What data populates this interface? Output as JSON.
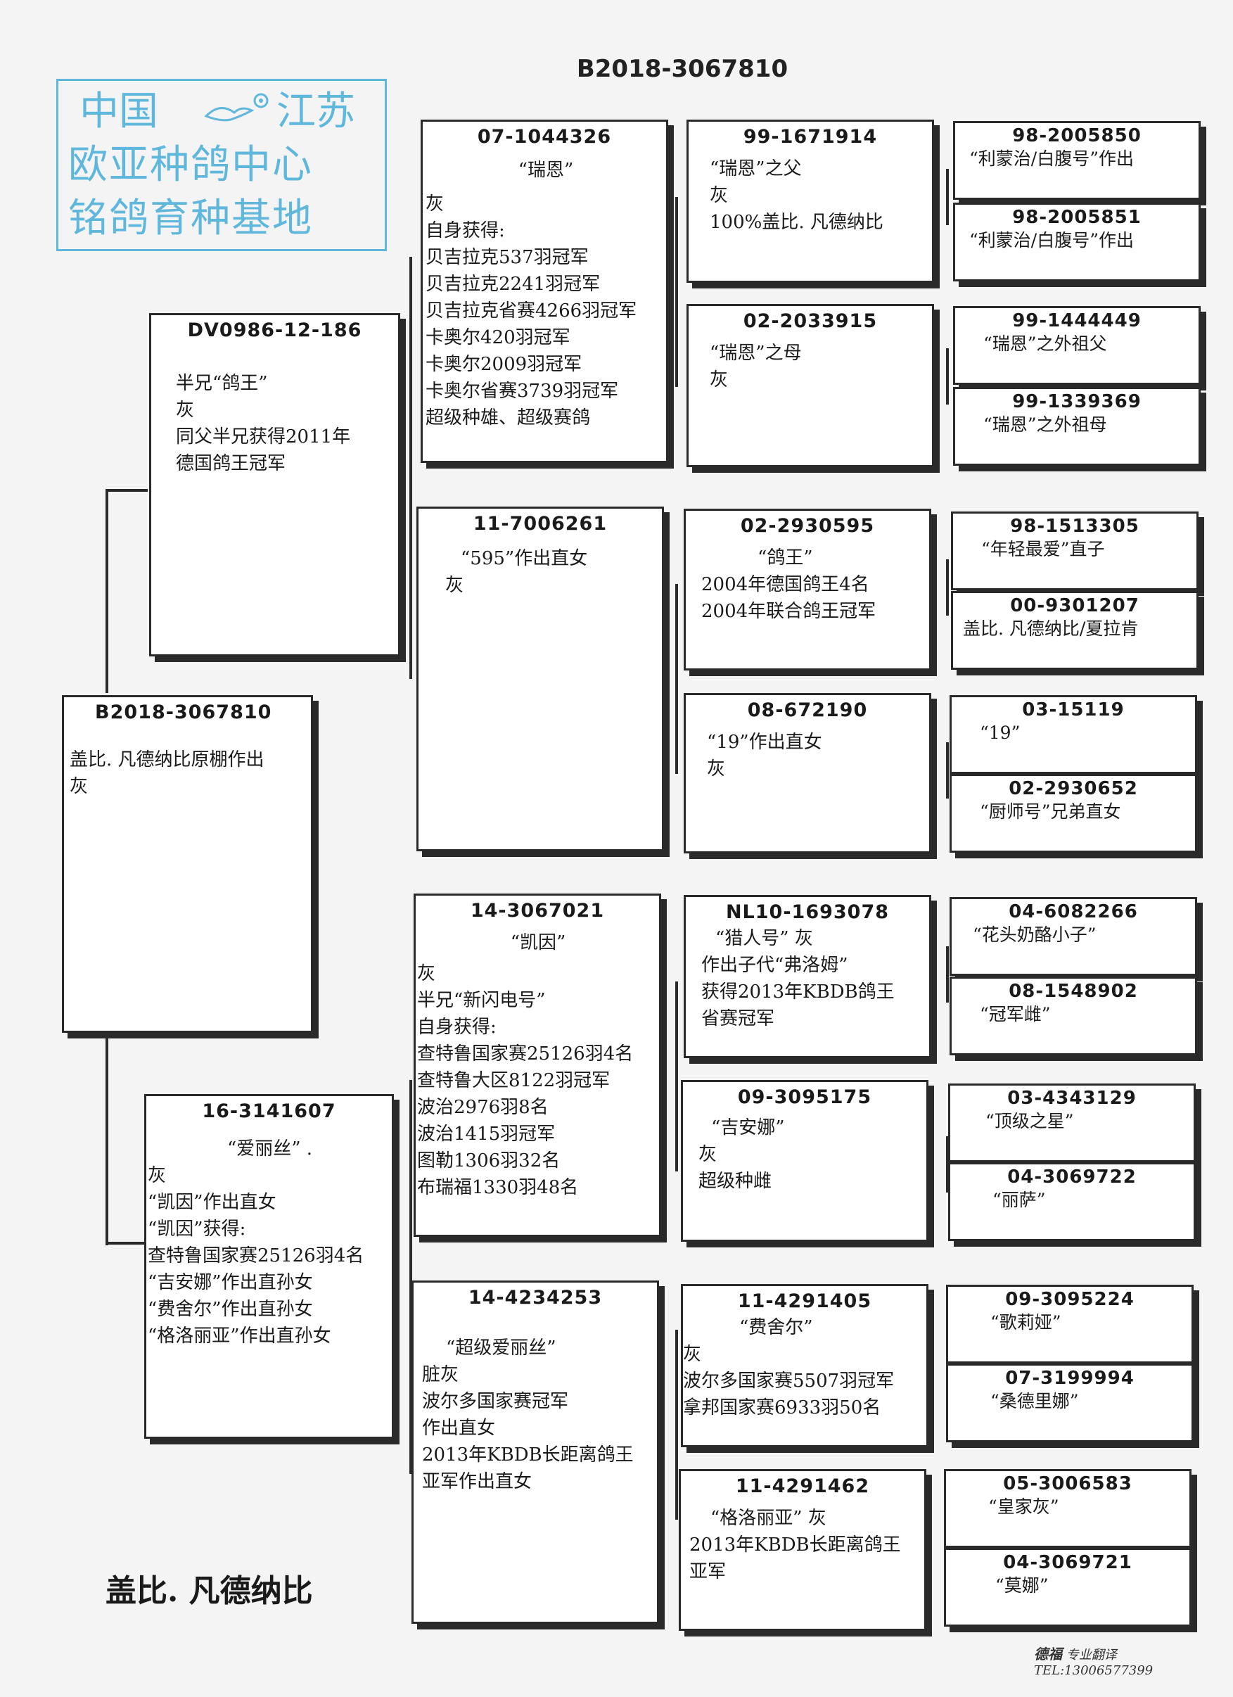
{
  "header": {
    "ring": "B2018-3067810"
  },
  "stamp": {
    "line1a": "中国",
    "line1b": "江苏",
    "line2": "欧亚种鸽中心",
    "line3": "铭鸽育种基地",
    "color": "#5fb7dc"
  },
  "subject": {
    "ring": "B2018-3067810",
    "lines": [
      "盖比. 凡德纳比原棚作出",
      "灰"
    ]
  },
  "sire": {
    "ring": "DV0986-12-186",
    "lines": [
      "半兄“鸽王”",
      "灰",
      "同父半兄获得2011年",
      "德国鸽王冠军"
    ]
  },
  "dam": {
    "ring": "16-3141607",
    "lines": [
      "“爱丽丝”  .",
      "灰",
      "“凯因”作出直女",
      "“凯因”获得:",
      "查特鲁国家赛25126羽4名",
      "“吉安娜”作出直孙女",
      "“费舍尔”作出直孙女",
      "“格洛丽亚”作出直孙女"
    ]
  },
  "g1": {
    "ring": "07-1044326",
    "lines": [
      "“瑞恩”",
      "灰",
      "自身获得:",
      "贝吉拉克537羽冠军",
      "贝吉拉克2241羽冠军",
      "贝吉拉克省赛4266羽冠军",
      "卡奥尔420羽冠军",
      "卡奥尔2009羽冠军",
      "卡奥尔省赛3739羽冠军",
      "超级种雄、超级赛鸽"
    ]
  },
  "g2": {
    "ring": "11-7006261",
    "lines": [
      "“595”作出直女",
      "灰"
    ]
  },
  "g3": {
    "ring": "14-3067021",
    "lines": [
      "“凯因”",
      "灰",
      "半兄“新闪电号”",
      "自身获得:",
      "查特鲁国家赛25126羽4名",
      "查特鲁大区8122羽冠军",
      "波治2976羽8名",
      "波治1415羽冠军",
      "图勒1306羽32名",
      "布瑞福1330羽48名"
    ]
  },
  "g4": {
    "ring": "14-4234253",
    "lines": [
      "“超级爱丽丝”",
      "脏灰",
      "波尔多国家赛冠军",
      "作出直女",
      "2013年KBDB长距离鸽王",
      "亚军作出直女"
    ]
  },
  "gg1": {
    "ring": "99-1671914",
    "lines": [
      "“瑞恩”之父",
      "灰",
      "100%盖比. 凡德纳比"
    ]
  },
  "gg2": {
    "ring": "02-2033915",
    "lines": [
      "“瑞恩”之母",
      "灰"
    ]
  },
  "gg3": {
    "ring": "02-2930595",
    "lines": [
      "“鸽王”",
      "2004年德国鸽王4名",
      "2004年联合鸽王冠军"
    ]
  },
  "gg4": {
    "ring": "08-672190",
    "lines": [
      "“19”作出直女",
      "灰"
    ]
  },
  "gg5": {
    "ring": "NL10-1693078",
    "lines": [
      "“猎人号”    灰",
      "作出子代“弗洛姆”",
      "获得2013年KBDB鸽王",
      "省赛冠军"
    ]
  },
  "gg6": {
    "ring": "09-3095175",
    "lines": [
      "“吉安娜”",
      "灰",
      "超级种雌"
    ]
  },
  "gg7": {
    "ring": "11-4291405",
    "lines": [
      "“费舍尔”",
      "灰",
      "波尔多国家赛5507羽冠军",
      "拿邦国家赛6933羽50名"
    ]
  },
  "gg8": {
    "ring": "11-4291462",
    "lines": [
      "“格洛丽亚”    灰",
      "2013年KBDB长距离鸽王",
      "亚军"
    ]
  },
  "ggg": [
    {
      "ring": "98-2005850",
      "line": "“利蒙治/白腹号”作出"
    },
    {
      "ring": "98-2005851",
      "line": "“利蒙治/白腹号”作出"
    },
    {
      "ring": "99-1444449",
      "line": "“瑞恩”之外祖父"
    },
    {
      "ring": "99-1339369",
      "line": "“瑞恩”之外祖母"
    },
    {
      "ring": "98-1513305",
      "line": "“年轻最爱”直子"
    },
    {
      "ring": "00-9301207",
      "line": "盖比. 凡德纳比/夏拉肯"
    },
    {
      "ring": "03-15119",
      "line": "“19”"
    },
    {
      "ring": "02-2930652",
      "line": "“厨师号”兄弟直女"
    },
    {
      "ring": "04-6082266",
      "line": "“花头奶酪小子”"
    },
    {
      "ring": "08-1548902",
      "line": "“冠军雌”"
    },
    {
      "ring": "03-4343129",
      "line": "“顶级之星”"
    },
    {
      "ring": "04-3069722",
      "line": "“丽萨”"
    },
    {
      "ring": "09-3095224",
      "line": "“歌莉娅”"
    },
    {
      "ring": "07-3199994",
      "line": "“桑德里娜”"
    },
    {
      "ring": "05-3006583",
      "line": "“皇家灰”"
    },
    {
      "ring": "04-3069721",
      "line": "“莫娜”"
    }
  ],
  "footer": {
    "breeder": "盖比. 凡德纳比"
  },
  "translator": {
    "brand": "德福",
    "service": "专业翻译",
    "phone": "TEL:13006577399"
  }
}
